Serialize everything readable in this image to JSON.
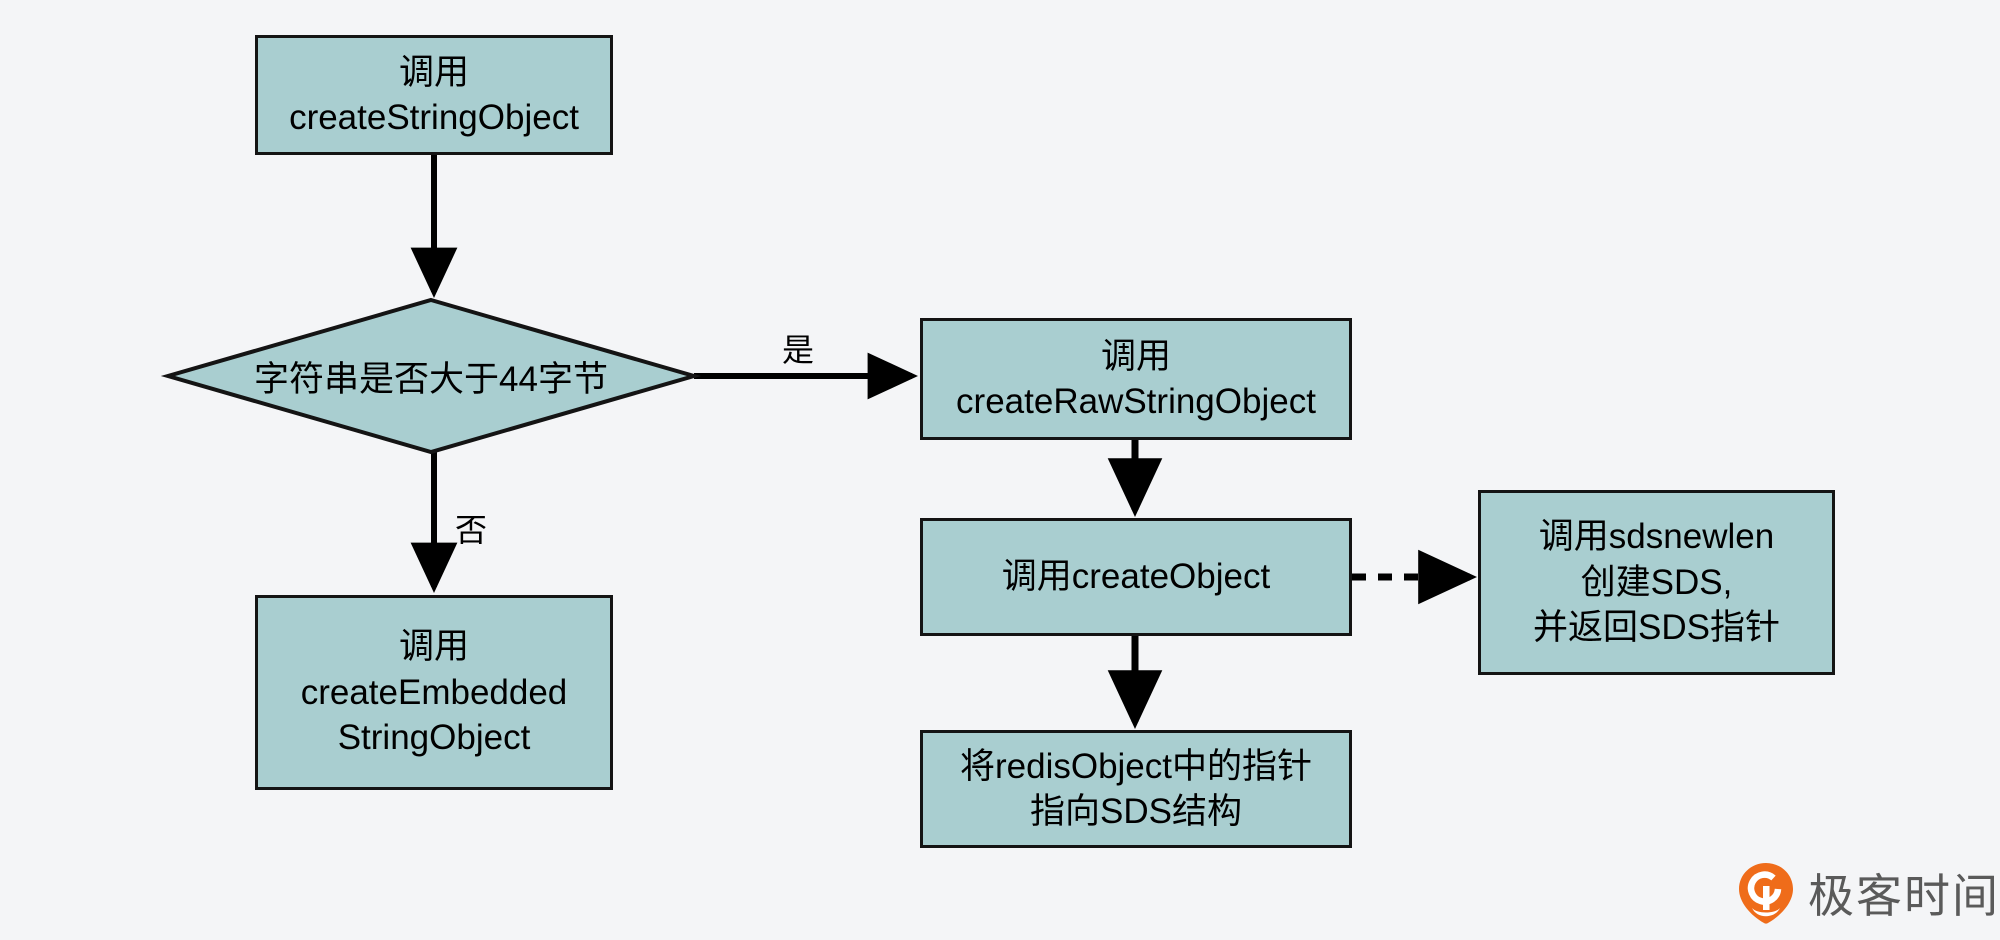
{
  "diagram": {
    "type": "flowchart",
    "title": "createStringObject flow",
    "background_color": "#f4f5f7",
    "node_fill_color": "#a9ced0",
    "node_border_color": "#141414",
    "edge_color": "#000000",
    "nodes": {
      "create_string_object": {
        "shape": "process",
        "lines": [
          "调用",
          "createStringObject"
        ]
      },
      "decision": {
        "shape": "decision",
        "label": "字符串是否大于44字节"
      },
      "create_embedded_string_object": {
        "shape": "process",
        "lines": [
          "调用",
          "createEmbedded",
          "StringObject"
        ]
      },
      "create_raw_string_object": {
        "shape": "process",
        "lines": [
          "调用",
          "createRawStringObject"
        ]
      },
      "create_object": {
        "shape": "process",
        "lines": [
          "调用createObject"
        ]
      },
      "point_to_sds": {
        "shape": "process",
        "lines": [
          "将redisObject中的指针",
          "指向SDS结构"
        ]
      },
      "sdsnewlen": {
        "shape": "process",
        "lines": [
          "调用sdsnewlen",
          "创建SDS,",
          "并返回SDS指针"
        ]
      }
    },
    "edges": {
      "yes_label": "是",
      "no_label": "否"
    }
  },
  "watermark": {
    "text": "极客时间",
    "logo_icon": "geektime-pin-icon",
    "logo_color": "#ef6c1a",
    "text_color": "#5a5a5a"
  }
}
